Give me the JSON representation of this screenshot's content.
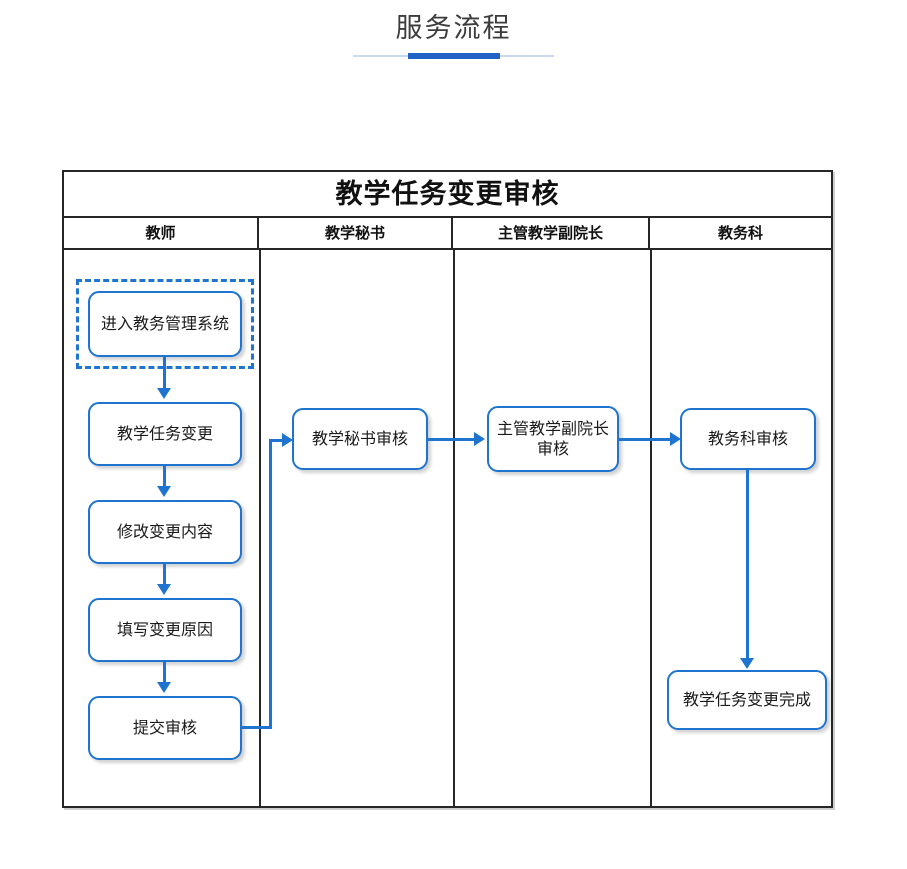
{
  "page": {
    "title": "服务流程",
    "accent_color": "#2163c4",
    "rule_color": "#c9d8ea"
  },
  "flow": {
    "title": "教学任务变更审核",
    "border_color": "#262626",
    "node_color": "#1f74cf",
    "columns": [
      {
        "label": "教师"
      },
      {
        "label": "教学秘书"
      },
      {
        "label": "主管教学副院长"
      },
      {
        "label": "教务科"
      }
    ],
    "nodes": [
      {
        "id": "n1",
        "label": "进入教务管理系统",
        "column": 0,
        "selected": true
      },
      {
        "id": "n2",
        "label": "教学任务变更",
        "column": 0,
        "selected": false
      },
      {
        "id": "n3",
        "label": "修改变更内容",
        "column": 0,
        "selected": false
      },
      {
        "id": "n4",
        "label": "填写变更原因",
        "column": 0,
        "selected": false
      },
      {
        "id": "n5",
        "label": "提交审核",
        "column": 0,
        "selected": false
      },
      {
        "id": "n6",
        "label": "教学秘书审核",
        "column": 1,
        "selected": false
      },
      {
        "id": "n7",
        "label": "主管教学副院长\n审核",
        "column": 2,
        "selected": false
      },
      {
        "id": "n8",
        "label": "教务科审核",
        "column": 3,
        "selected": false
      },
      {
        "id": "n9",
        "label": "教学任务变更完成",
        "column": 3,
        "selected": false
      }
    ],
    "edges": [
      {
        "from": "n1",
        "to": "n2",
        "kind": "down"
      },
      {
        "from": "n2",
        "to": "n3",
        "kind": "down"
      },
      {
        "from": "n3",
        "to": "n4",
        "kind": "down"
      },
      {
        "from": "n4",
        "to": "n5",
        "kind": "down"
      },
      {
        "from": "n5",
        "to": "n6",
        "kind": "elbow-right-up"
      },
      {
        "from": "n6",
        "to": "n7",
        "kind": "right"
      },
      {
        "from": "n7",
        "to": "n8",
        "kind": "right"
      },
      {
        "from": "n8",
        "to": "n9",
        "kind": "down"
      }
    ]
  }
}
